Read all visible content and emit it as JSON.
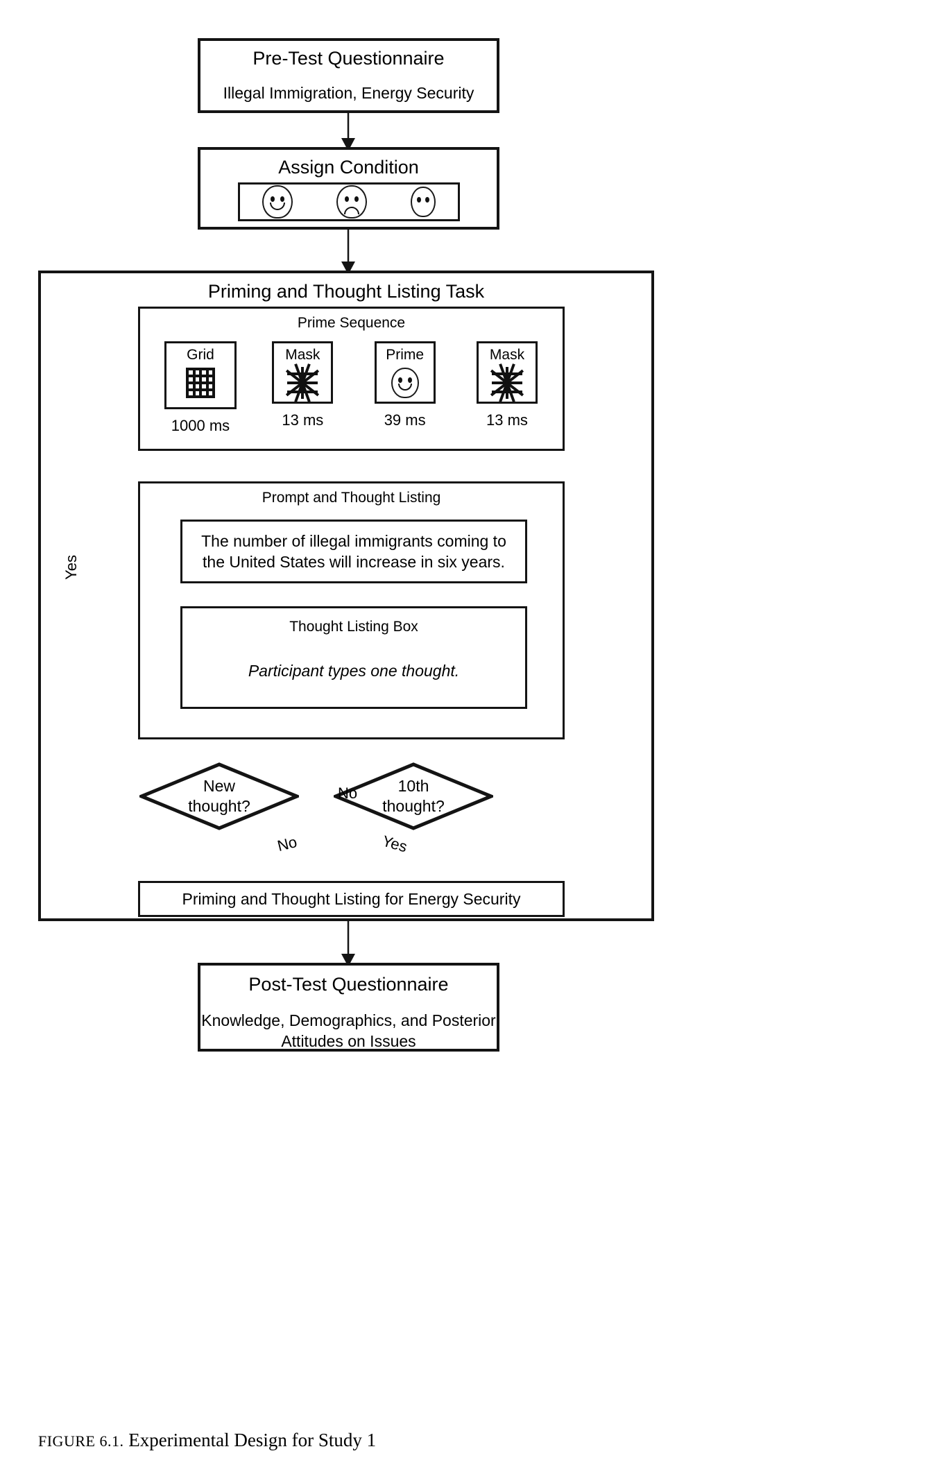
{
  "figure": {
    "caption_prefix": "FIGURE 6.1.",
    "caption_text": "Experimental Design for Study 1"
  },
  "pretest": {
    "title": "Pre-Test Questionnaire",
    "subtitle": "Illegal Immigration, Energy Security"
  },
  "assign": {
    "title": "Assign Condition",
    "faces": [
      {
        "name": "happy-face",
        "mouth": "smile"
      },
      {
        "name": "sad-face",
        "mouth": "frown"
      },
      {
        "name": "neutral-face",
        "mouth": "none"
      }
    ]
  },
  "priming": {
    "title": "Priming and Thought Listing Task",
    "prime_sequence": {
      "title": "Prime Sequence",
      "stimuli": [
        {
          "label": "Grid",
          "duration": "1000 ms",
          "glyph": "grid"
        },
        {
          "label": "Mask",
          "duration": "13 ms",
          "glyph": "mask"
        },
        {
          "label": "Prime",
          "duration": "39 ms",
          "glyph": "smiley"
        },
        {
          "label": "Mask",
          "duration": "13 ms",
          "glyph": "mask"
        }
      ]
    },
    "prompt_section": {
      "title": "Prompt and Thought Listing",
      "statement": "The number of illegal immigrants coming to the United States will increase in six years.",
      "thought_box_title": "Thought Listing Box",
      "thought_box_note": "Participant types one thought."
    },
    "decisions": [
      {
        "name": "new-thought",
        "line1": "New",
        "line2": "thought?"
      },
      {
        "name": "tenth-thought",
        "line1": "10th",
        "line2": "thought?"
      }
    ],
    "edge_labels": {
      "loop_yes": "Yes",
      "tenth_no": "No",
      "new_thought_no": "No",
      "tenth_yes": "Yes"
    },
    "energy_box": "Priming and Thought Listing for Energy Security"
  },
  "posttest": {
    "title": "Post-Test Questionnaire",
    "subtitle_line1": "Knowledge, Demographics, and Posterior",
    "subtitle_line2": "Attitudes on Issues"
  },
  "colors": {
    "ink": "#141414",
    "paper": "#ffffff"
  }
}
